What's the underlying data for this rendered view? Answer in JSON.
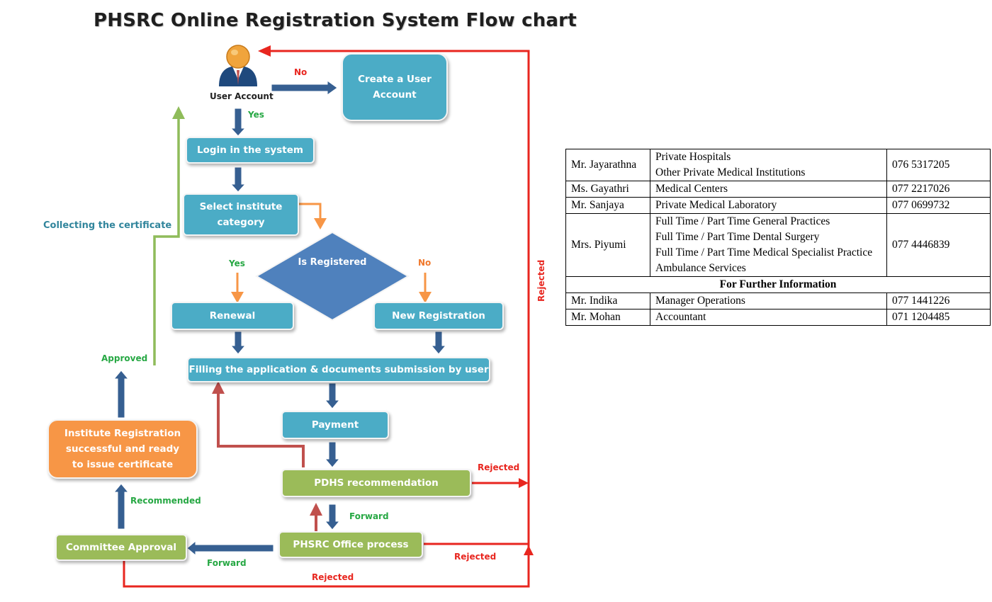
{
  "title": "PHSRC Online Registration System Flow chart",
  "colors": {
    "blue_box": "#4bacc6",
    "green_box": "#9bbb59",
    "orange_box": "#f79646",
    "blue_arrow": "#365f91",
    "red_line": "#e8261f",
    "green_line": "#8fbc5a",
    "orange_arrow": "#f79646",
    "dark_red_arrow": "#c0504d",
    "diamond": "#4f81bd"
  },
  "flowchart": {
    "user_account_icon": "user-person-icon",
    "user_account_label": "User Account",
    "create_account": "Create a User Account",
    "login": "Login in the system",
    "select_category": "Select institute category",
    "is_registered": "Is Registered",
    "renewal": "Renewal",
    "new_registration": "New Registration",
    "filling_application": "Filling the application & documents submission by user",
    "payment": "Payment",
    "pdhs_recommendation": "PDHS recommendation",
    "phsrc_office_process": "PHSRC Office process",
    "committee_approval": "Committee Approval",
    "institute_registration": "Institute Registration successful and ready to issue certificate",
    "labels": {
      "no_create": "No",
      "yes_login": "Yes",
      "yes_renewal": "Yes",
      "no_new": "No",
      "collecting_certificate": "Collecting the certificate",
      "approved": "Approved",
      "recommended": "Recommended",
      "forward_office": "Forward",
      "forward_committee": "Forward",
      "rejected_pdhs": "Rejected",
      "rejected_office": "Rejected",
      "rejected_bottom": "Rejected",
      "rejected_vertical": "Rejected"
    }
  },
  "contacts": {
    "rows": [
      {
        "name": "Mr. Jayarathna",
        "lines": [
          "Private Hospitals",
          "Other Private Medical Institutions"
        ],
        "phone": "076 5317205"
      },
      {
        "name": "Ms. Gayathri",
        "lines": [
          "Medical Centers"
        ],
        "phone": "077 2217026"
      },
      {
        "name": "Mr. Sanjaya",
        "lines": [
          "Private Medical Laboratory"
        ],
        "phone": "077 0699732"
      },
      {
        "name": "Mrs. Piyumi",
        "lines": [
          "Full Time / Part Time General Practices",
          "Full Time / Part Time Dental Surgery",
          "Full Time / Part Time Medical Specialist Practice",
          "Ambulance Services"
        ],
        "phone": "077 4446839"
      }
    ],
    "further_info_heading": "For Further Information",
    "further_rows": [
      {
        "name": "Mr. Indika",
        "role": "Manager Operations",
        "phone": "077 1441226"
      },
      {
        "name": "Mr. Mohan",
        "role": "Accountant",
        "phone": "071 1204485"
      }
    ]
  }
}
